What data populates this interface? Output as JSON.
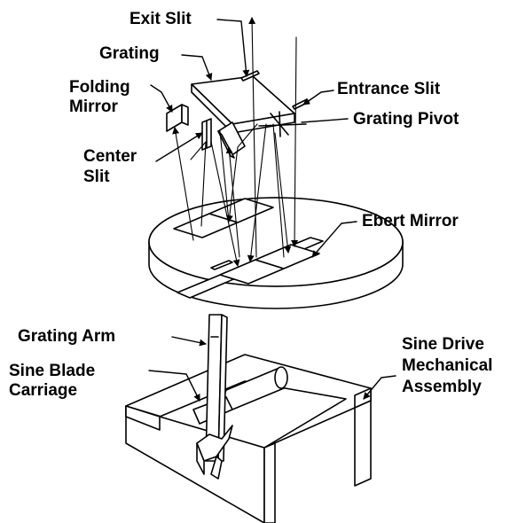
{
  "labels": {
    "exit_slit": "Exit Slit",
    "grating": "Grating",
    "folding_mirror_l1": "Folding",
    "folding_mirror_l2": "Mirror",
    "entrance_slit": "Entrance Slit",
    "grating_pivot": "Grating Pivot",
    "center_slit_l1": "Center",
    "center_slit_l2": "Slit",
    "ebert_mirror": "Ebert Mirror",
    "grating_arm": "Grating Arm",
    "sine_blade_carriage_l1": "Sine Blade",
    "sine_blade_carriage_l2": "Carriage",
    "sine_drive_l1": "Sine Drive",
    "sine_drive_l2": "Mechanical",
    "sine_drive_l3": "Assembly"
  },
  "colors": {
    "ink": "#000000",
    "paper": "#ffffff"
  }
}
